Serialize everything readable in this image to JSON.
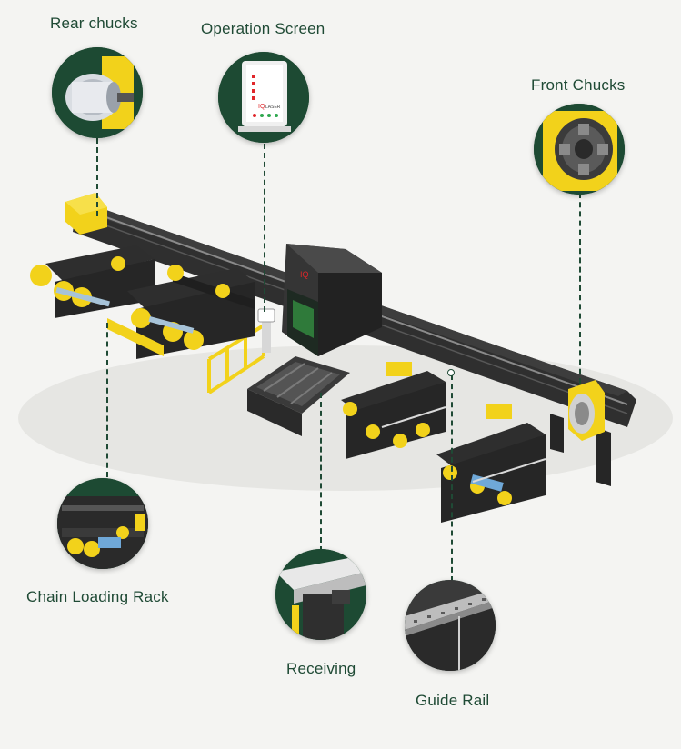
{
  "callouts": {
    "rear_chucks": "Rear chucks",
    "operation_screen": "Operation Screen",
    "front_chucks": "Front Chucks",
    "chain_loading_rack": "Chain Loading Rack",
    "receiving": "Receiving",
    "guide_rail": "Guide Rail"
  },
  "panel_brand": "LASER",
  "colors": {
    "accent_green": "#1d4a33",
    "machine_yellow": "#f2d21b",
    "machine_dark": "#2b2b2b"
  }
}
